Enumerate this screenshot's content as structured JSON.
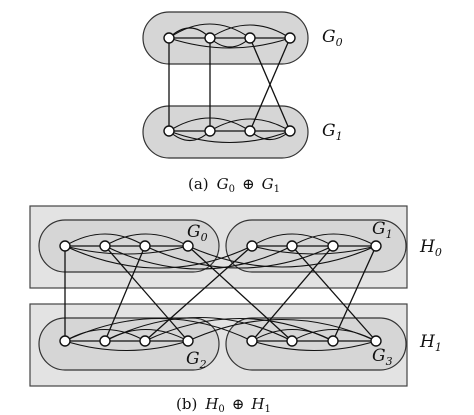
{
  "diagram_a": {
    "g0_label": "G",
    "g0_sub": "0",
    "g1_label": "G",
    "g1_sub": "1",
    "caption_prefix": "(a)",
    "caption_math": "G",
    "caption_sub0": "0",
    "caption_op": "⊕",
    "caption_math2": "G",
    "caption_sub1": "1"
  },
  "diagram_b": {
    "h0_label": "H",
    "h0_sub": "0",
    "h1_label": "H",
    "h1_sub": "1",
    "g0_label": "G",
    "g0_sub": "0",
    "g1_label": "G",
    "g1_sub": "1",
    "g2_label": "G",
    "g2_sub": "2",
    "g3_label": "G",
    "g3_sub": "3",
    "caption_prefix": "(b)",
    "caption_math": "H",
    "caption_sub0": "0",
    "caption_op": "⊕",
    "caption_math2": "H",
    "caption_sub1": "1"
  }
}
